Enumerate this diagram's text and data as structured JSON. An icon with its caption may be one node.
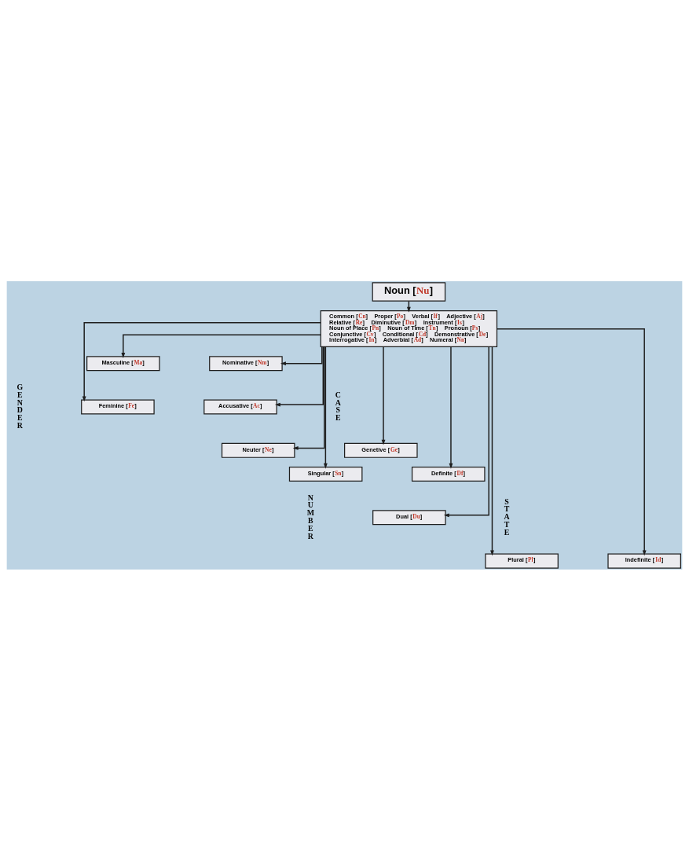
{
  "diagram": {
    "nodes": [
      {
        "text": [
          "Noun [Nu]"
        ]
      },
      {
        "text": [
          "Common [Cn]",
          "Proper [Po]",
          "Verbal [If]",
          "Adjective [Aj]",
          "Relative [Re]",
          "Diminutive [Dm]",
          "Instrument [Is]",
          "Noun of Place [Pn]",
          "Noun of Time [Tn]",
          "Pronoun [Ps]",
          "Conjunctive [Cv]",
          "Conditional [Cd]",
          "Demonstrative [De]",
          "Interrogative [In]",
          "Adverbial [Ad]",
          "Numeral [Nn]"
        ]
      },
      {
        "text": [
          "Masculine [Ma]"
        ]
      },
      {
        "text": [
          "Nominative [Nm]"
        ]
      },
      {
        "text": [
          "Feminine [Fe]"
        ]
      },
      {
        "text": [
          "Accusative [Ac]"
        ]
      },
      {
        "text": [
          "Neuter [Ne]"
        ]
      },
      {
        "text": [
          "Genetive [Ge]"
        ]
      },
      {
        "text": [
          "Singular [Sn]"
        ]
      },
      {
        "text": [
          "Definite [Df]"
        ]
      },
      {
        "text": [
          "Dual [Du]"
        ]
      },
      {
        "text": [
          "Plural [Pl]"
        ]
      },
      {
        "text": [
          "Indefinite [Id]"
        ]
      }
    ],
    "edges": [
      {
        "from": 0,
        "to": 1,
        "arrow": "to"
      },
      {
        "from": 1,
        "to": 2,
        "arrow": "to"
      },
      {
        "from": 1,
        "to": 3,
        "arrow": "to"
      },
      {
        "from": 1,
        "to": 4,
        "arrow": "to"
      },
      {
        "from": 1,
        "to": 5,
        "arrow": "to"
      },
      {
        "from": 1,
        "to": 6,
        "arrow": "to"
      },
      {
        "from": 1,
        "to": 7,
        "arrow": "to"
      },
      {
        "from": 1,
        "to": 8,
        "arrow": "to"
      },
      {
        "from": 1,
        "to": 9,
        "arrow": "to"
      },
      {
        "from": 1,
        "to": 10,
        "arrow": "to"
      },
      {
        "from": 1,
        "to": 11,
        "arrow": "to"
      },
      {
        "from": 1,
        "to": 12,
        "arrow": "to"
      }
    ],
    "labels": [
      "GENDER",
      "CASE",
      "NUMBER",
      "STATE"
    ]
  }
}
